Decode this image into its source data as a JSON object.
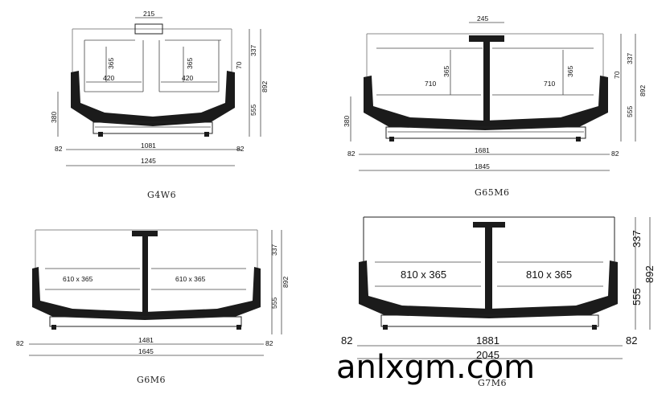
{
  "diagrams": [
    {
      "caption": "G4W6",
      "dims": {
        "top": "215",
        "bay_h1": "365",
        "bay_h2": "365",
        "bay_w1": "420",
        "bay_w2": "420",
        "side_small": "70",
        "upper": "337",
        "lower": "555",
        "total_h": "892",
        "base_h": "380",
        "left_off": "82",
        "inner_w": "1081",
        "right_off": "82",
        "total_w": "1245"
      }
    },
    {
      "caption": "G65M6",
      "dims": {
        "top": "245",
        "bay_h1": "365",
        "bay_h2": "365",
        "bay_w1": "710",
        "bay_w2": "710",
        "side_small": "70",
        "upper": "337",
        "lower": "555",
        "total_h": "892",
        "base_h": "380",
        "left_off": "82",
        "inner_w": "1681",
        "right_off": "82",
        "total_w": "1845"
      }
    },
    {
      "caption": "G6M6",
      "dims": {
        "bay1": "610 x 365",
        "bay2": "610 x 365",
        "upper": "337",
        "lower": "555",
        "total_h": "892",
        "left_off": "82",
        "inner_w": "1481",
        "right_off": "82",
        "total_w": "1645"
      }
    },
    {
      "caption": "G7M6",
      "dims": {
        "bay1": "810 x 365",
        "bay2": "810 x 365",
        "upper": "337",
        "lower": "555",
        "total_h": "892",
        "left_off": "82",
        "inner_w": "1881",
        "right_off": "82",
        "total_w": "2045"
      }
    }
  ],
  "watermark": "anlxgm.com"
}
